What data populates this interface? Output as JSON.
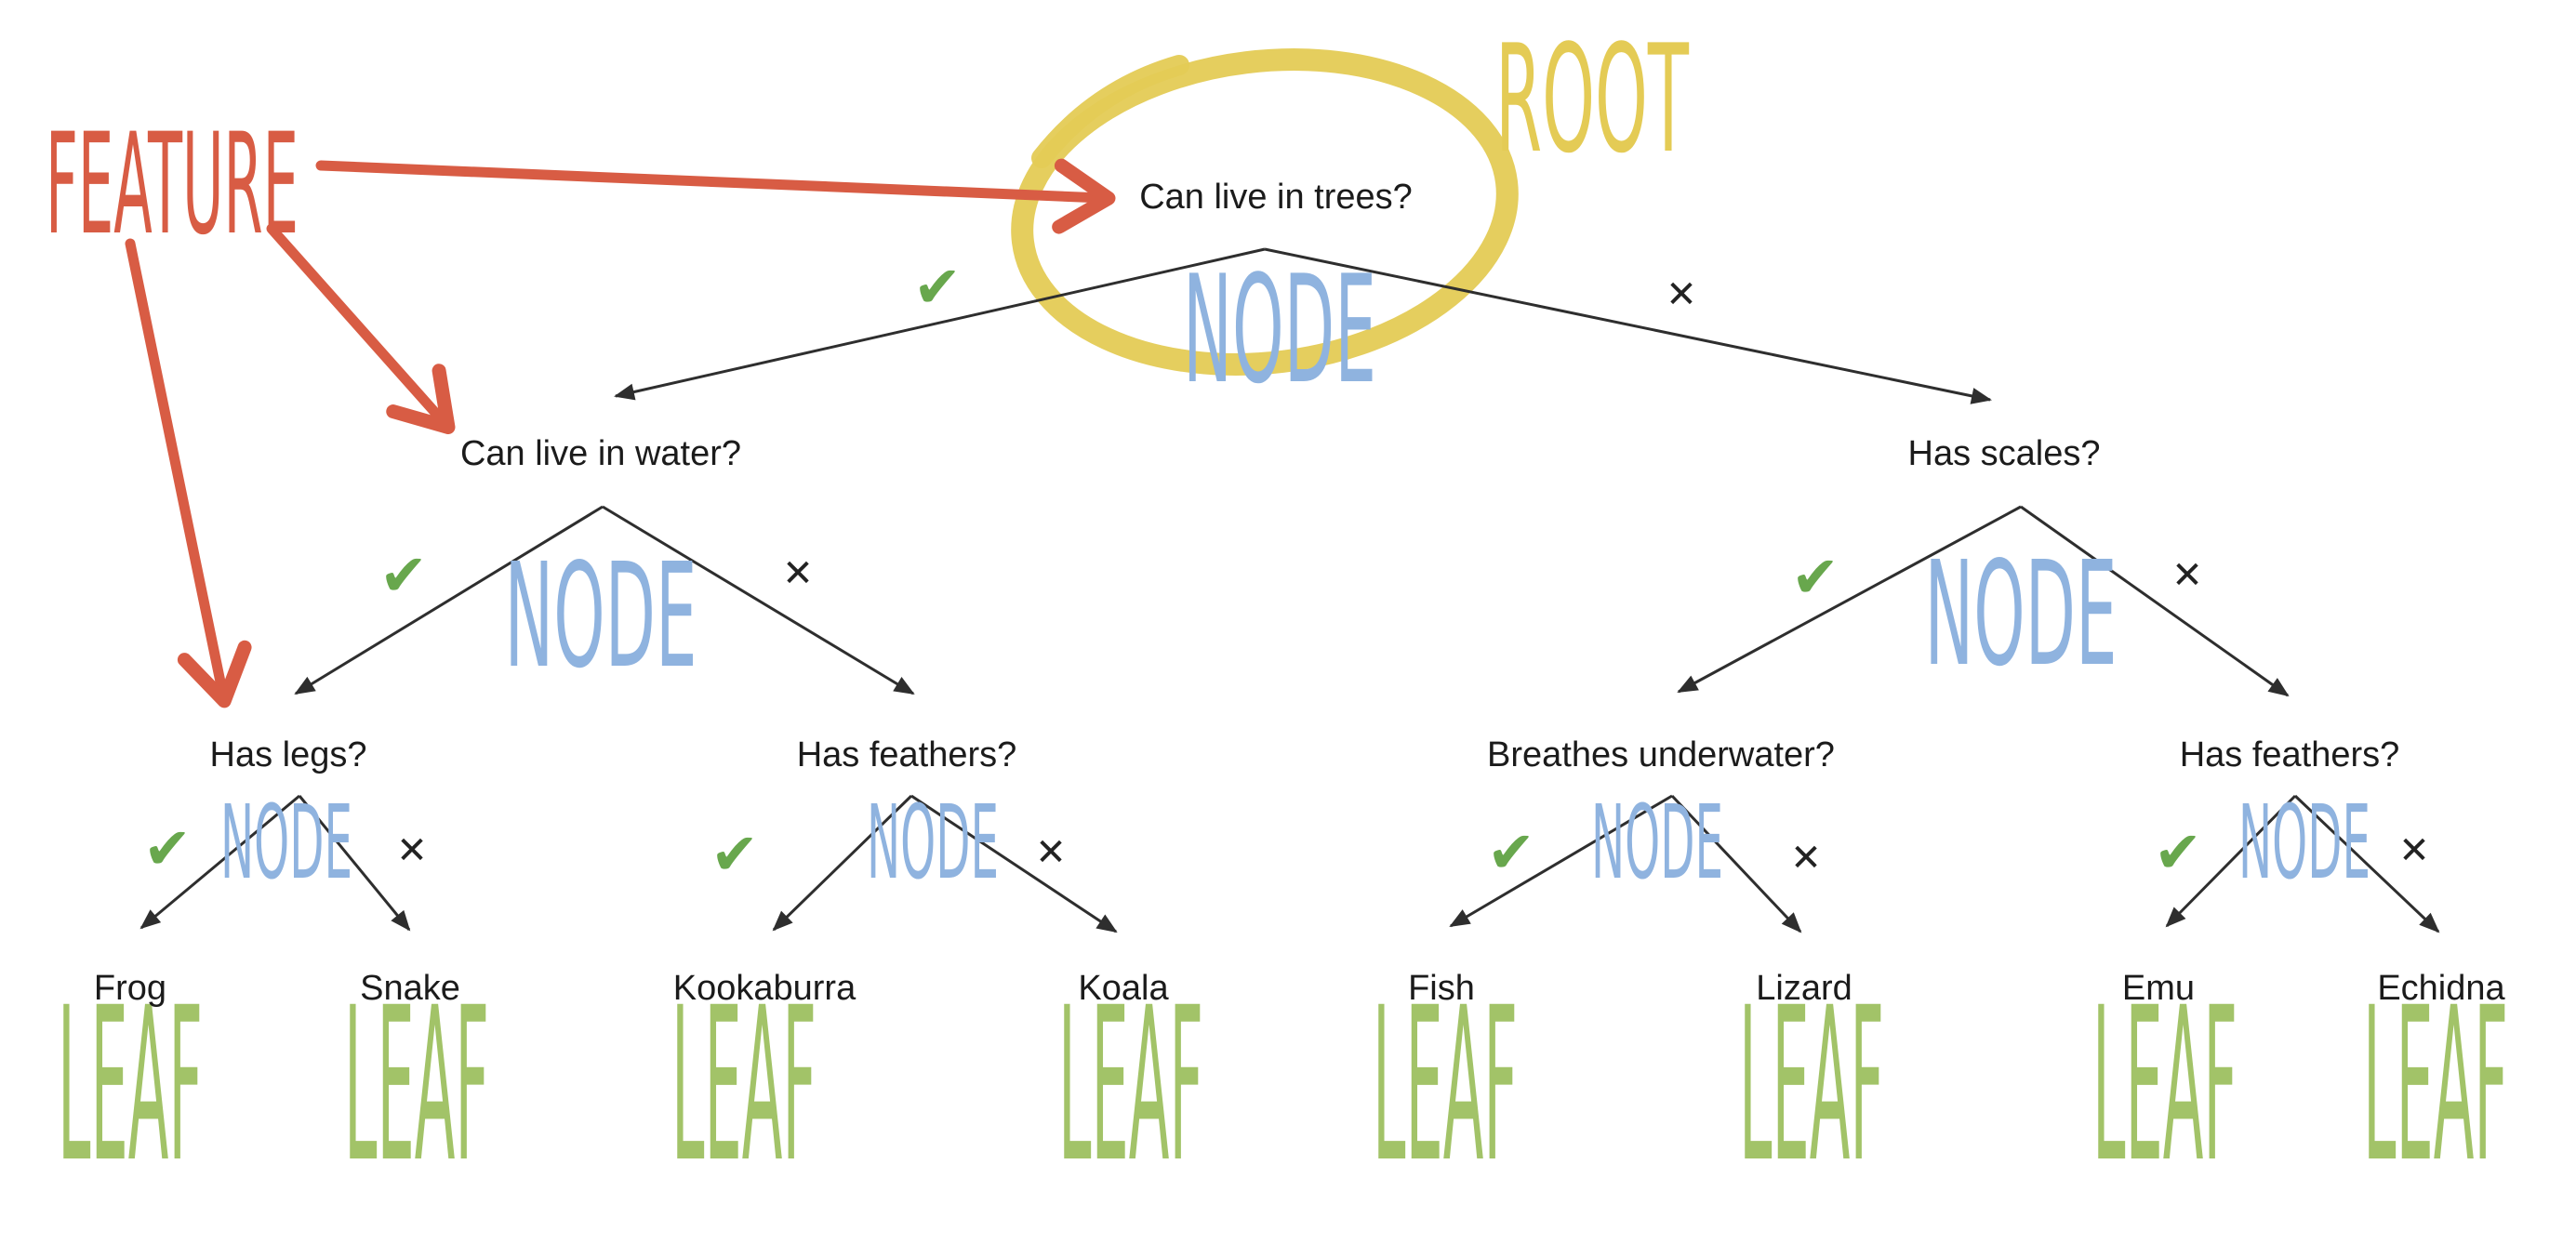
{
  "meta": {
    "title": "Decision tree slide — animal classification"
  },
  "colors": {
    "background": "#FFFFFF",
    "line": "#2E2E2E",
    "text": "#1B1B1B",
    "feature_red": "#D85C44",
    "root_yellow": "#E4CB55",
    "node_blue": "#8FB3DF",
    "leaf_green": "#A2C368",
    "check_green": "#68A74D",
    "cross_black": "#222222"
  },
  "marks": {
    "yes": "✔",
    "no": "✕"
  },
  "annotations": {
    "feature": "FEATURE",
    "root": "ROOT",
    "node": "NODE",
    "leaf": "LEAF"
  },
  "tree": {
    "root": {
      "question": "Can live in trees?"
    },
    "level1": [
      {
        "question": "Can live in water?"
      },
      {
        "question": "Has scales?"
      }
    ],
    "level2": [
      {
        "question": "Has legs?"
      },
      {
        "question": "Has feathers?"
      },
      {
        "question": "Breathes underwater?"
      },
      {
        "question": "Has feathers?"
      }
    ],
    "leaves": [
      {
        "label": "Frog"
      },
      {
        "label": "Snake"
      },
      {
        "label": "Kookaburra"
      },
      {
        "label": "Koala"
      },
      {
        "label": "Fish"
      },
      {
        "label": "Lizard"
      },
      {
        "label": "Emu"
      },
      {
        "label": "Echidna"
      }
    ]
  }
}
